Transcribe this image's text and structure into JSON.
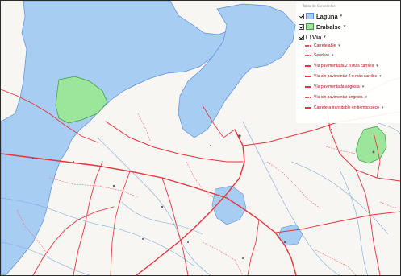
{
  "legend": {
    "caption": "Tabla de Contenidos",
    "layers": [
      {
        "label": "Laguna",
        "fill": "#a8cdf2",
        "stroke": "#5b8fd6",
        "checked": true
      },
      {
        "label": "Embalse",
        "fill": "#9be69b",
        "stroke": "#3f9a3f",
        "checked": true
      },
      {
        "label": "Vía",
        "checked": true
      }
    ],
    "road_types": [
      {
        "label": "Carretelable",
        "style": "dash"
      },
      {
        "label": "Sendero",
        "style": "dash"
      },
      {
        "label": "Vía pavimentada 2 o más carriles",
        "style": "solid"
      },
      {
        "label": "Vía sin pavimentar 2 o más carriles",
        "style": "thick"
      },
      {
        "label": "Vía pavimentada angosta",
        "style": "solid"
      },
      {
        "label": "Vía sin pavimentar angosta",
        "style": "dash"
      },
      {
        "label": "Carretera transitable en tiempo seco",
        "style": "solid"
      }
    ],
    "dropdown_glyph": "▾"
  },
  "colors": {
    "map_background": "#f7f6f2",
    "water": "#a8cdf2",
    "water_edge": "#5b8fd6",
    "reservoir": "#9be69b",
    "road": "#e8323c",
    "river": "#7aa7dc"
  }
}
